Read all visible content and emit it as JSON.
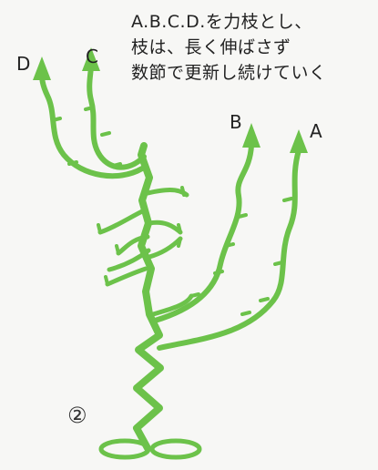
{
  "caption": {
    "line1": "A.B.C.D.を力枝とし、",
    "line2": "枝は、長く伸ばさず",
    "line3": "数節で更新し続けていく"
  },
  "labels": {
    "a": "A",
    "b": "B",
    "c": "C",
    "d": "D"
  },
  "step_marker": "②",
  "colors": {
    "stem": "#6cc24a",
    "text": "#222222",
    "background": "#f7f7f5"
  }
}
